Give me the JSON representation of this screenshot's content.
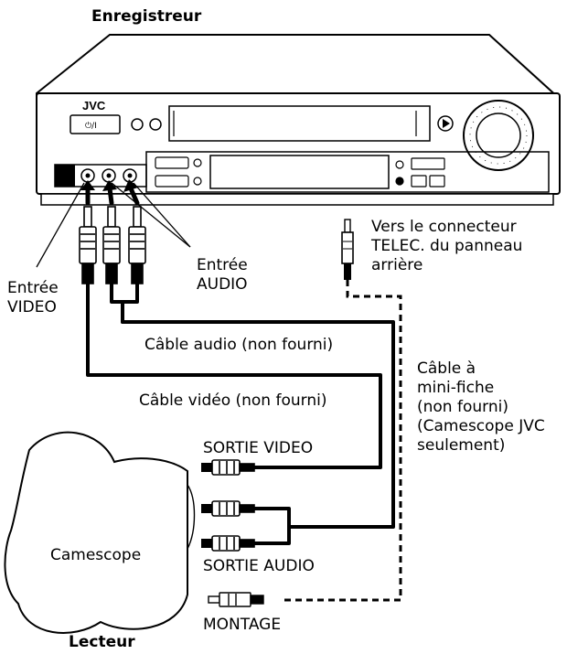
{
  "titles": {
    "recorder": "Enregistreur",
    "player": "Lecteur"
  },
  "vcr": {
    "brand": "JVC"
  },
  "labels": {
    "video_input_line1": "Entrée",
    "video_input_line2": "VIDEO",
    "audio_input_line1": "Entrée",
    "audio_input_line2": "AUDIO",
    "remote_line1": "Vers le connecteur",
    "remote_line2": "TELEC. du panneau",
    "remote_line3": "arrière",
    "audio_cable": "Câble audio (non fourni)",
    "video_cable": "Câble vidéo (non fourni)",
    "minijack_line1": "Câble à",
    "minijack_line2": "mini-fiche",
    "minijack_line3": "(non fourni)",
    "minijack_line4": "(Camescope JVC",
    "minijack_line5": "seulement)",
    "video_out": "SORTIE VIDEO",
    "audio_out": "SORTIE AUDIO",
    "edit_jack": "MONTAGE",
    "camcorder": "Camescope"
  }
}
